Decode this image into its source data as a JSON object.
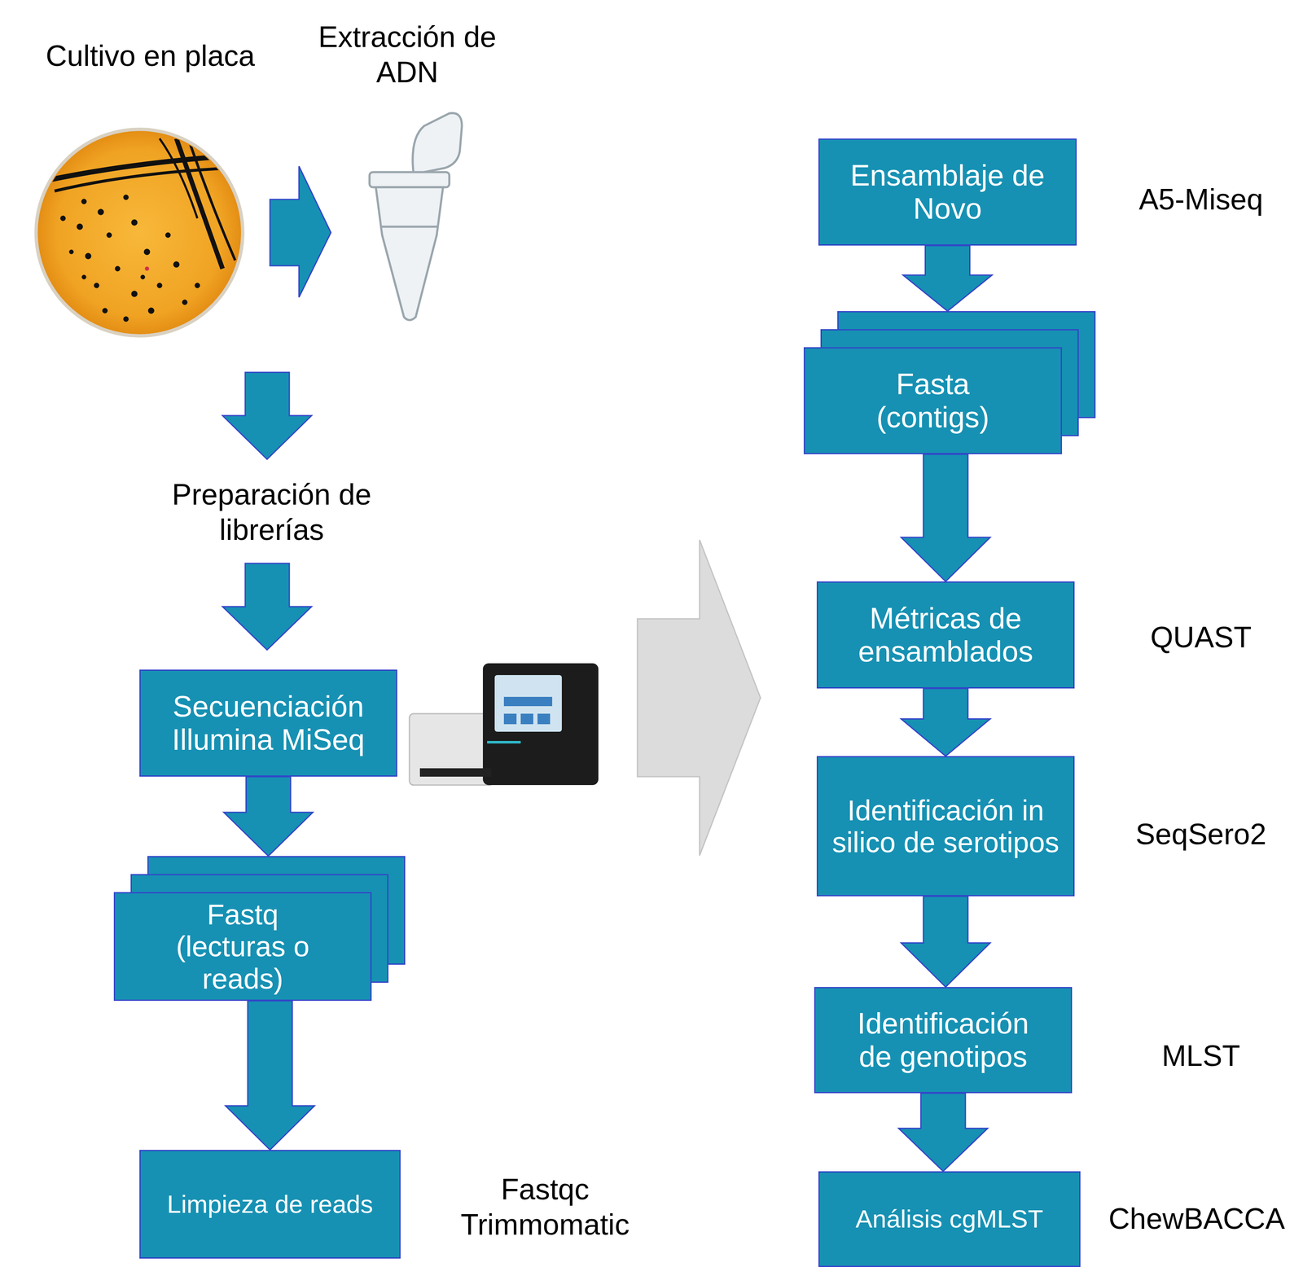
{
  "diagram": {
    "nodes": [
      {
        "text": [
          "Secuenciación Illumina MiSeq"
        ]
      },
      {
        "text": [
          "Fastq (lecturas o reads)"
        ]
      },
      {
        "text": [
          "Limpieza de reads"
        ]
      },
      {
        "text": [
          "Ensamblaje de Novo"
        ]
      },
      {
        "text": [
          "Fasta (contigs)"
        ]
      },
      {
        "text": [
          "Métricas de ensamblados"
        ]
      },
      {
        "text": [
          "Identificación in silico de serotipos"
        ]
      },
      {
        "text": [
          "Identificación de genotipos"
        ]
      },
      {
        "text": [
          "Análisis cgMLST"
        ]
      }
    ],
    "edges": [
      {
        "from": 0,
        "to": 1,
        "arrow": "to"
      },
      {
        "from": 1,
        "to": 2,
        "arrow": "to"
      },
      {
        "from": 3,
        "to": 4,
        "arrow": "to"
      },
      {
        "from": 4,
        "to": 5,
        "arrow": "to"
      },
      {
        "from": 5,
        "to": 6,
        "arrow": "to"
      },
      {
        "from": 6,
        "to": 7,
        "arrow": "to"
      },
      {
        "from": 7,
        "to": 8,
        "arrow": "to"
      }
    ],
    "labels": [
      "Cultivo en placa",
      "Extracción de ADN",
      "Preparación de librerías",
      "Fastqc Trimmomatic",
      "A5-Miseq",
      "QUAST",
      "SeqSero2",
      "MLST",
      "ChewBACCA"
    ]
  }
}
